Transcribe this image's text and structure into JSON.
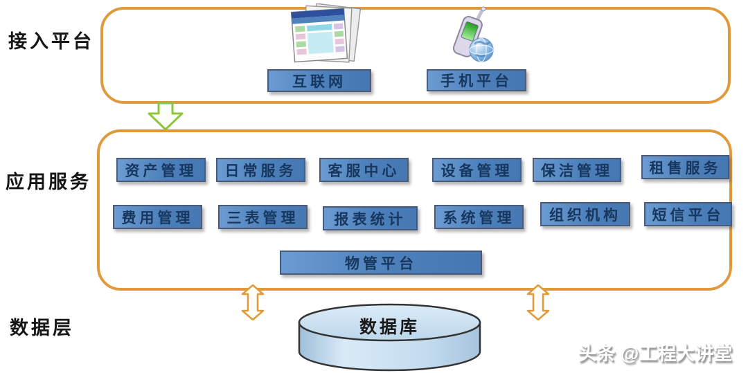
{
  "layers": {
    "access": "接入平台",
    "services": "应用服务",
    "data": "数据层"
  },
  "access_platform": {
    "items": [
      {
        "label": "互联网",
        "icon": "webpages-icon"
      },
      {
        "label": "手机平台",
        "icon": "mobile-globe-icon"
      }
    ]
  },
  "app_services": {
    "row1": [
      {
        "label": "资产管理"
      },
      {
        "label": "日常服务"
      },
      {
        "label": "客服中心"
      },
      {
        "label": "设备管理"
      },
      {
        "label": "保洁管理"
      },
      {
        "label": "租售服务"
      }
    ],
    "row2": [
      {
        "label": "费用管理"
      },
      {
        "label": "三表管理"
      },
      {
        "label": "报表统计"
      },
      {
        "label": "系统管理"
      },
      {
        "label": "组织机构"
      },
      {
        "label": "短信平台"
      }
    ],
    "platform": {
      "label": "物管平台"
    }
  },
  "database": {
    "label": "数据库"
  },
  "watermark": {
    "text": "头条 @工程大讲堂"
  },
  "colors": {
    "accent_orange": "#E09A3C",
    "box_blue": "#4E81BD",
    "box_border": "#4A5A78",
    "box_text": "#17375E",
    "arrow_green": "#8CC63E",
    "cylinder_fill": "#BDD9EE",
    "cylinder_outline": "#333333"
  }
}
